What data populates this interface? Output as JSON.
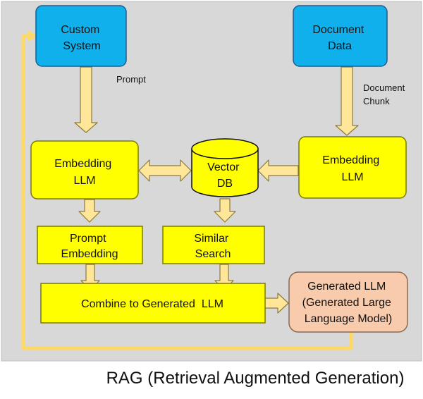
{
  "nodes": {
    "custom_system": [
      "Custom",
      "System"
    ],
    "document_data": [
      "Document",
      "Data"
    ],
    "embedding_llm_left": [
      "Embedding",
      "LLM"
    ],
    "vector_db": [
      "Vector",
      "DB"
    ],
    "embedding_llm_right": [
      "Embedding",
      "LLM"
    ],
    "prompt_embedding": [
      "Prompt",
      "Embedding"
    ],
    "similar_search": [
      "Similar",
      "Search"
    ],
    "combine": [
      "Combine to Generated  LLM"
    ],
    "generated_llm": [
      "Generated LLM",
      "(Generated Large",
      "Language Model)"
    ]
  },
  "annotations": {
    "prompt": "Prompt",
    "document_chunk": [
      "Document",
      "Chunk"
    ]
  },
  "caption": "RAG (Retrieval Augmented Generation)",
  "colors": {
    "panel_bg": "#d8d8d8",
    "blue_fill": "#0fb0ec",
    "blue_stroke": "#1f5c8f",
    "yellow_fill": "#ffff00",
    "yellow_stroke": "#7a7a00",
    "peach_fill": "#f8cbad",
    "arrow_fill": "#ffe699",
    "arrow_stroke": "#8a7a3a",
    "feedback_line": "#ffd966"
  }
}
